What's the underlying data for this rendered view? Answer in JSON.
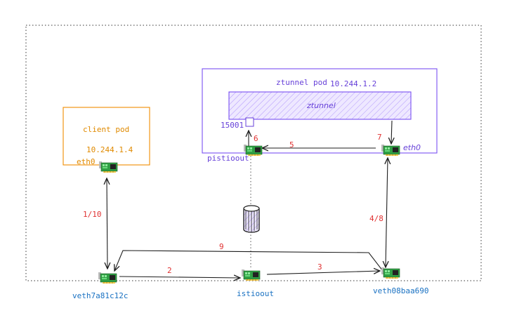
{
  "colors": {
    "outer_border": "#333333",
    "client_pod": "#f08c00",
    "ztunnel_pod": "#7950f2",
    "ztunnel_fill": "#e5dbff",
    "interface_text": "#1971c2",
    "step_text": "#e03131",
    "arrow": "#1e1e1e",
    "nic_board": "#2b8a3e"
  },
  "icons": {
    "nic": "network-card-icon",
    "disk": "cylinder-disk-icon"
  },
  "client_pod": {
    "title": "client pod",
    "ip": "10.244.1.4",
    "iface": "eth0"
  },
  "ztunnel_pod": {
    "title": "ztunnel pod",
    "ip": "10.244.1.2",
    "process": "ztunnel",
    "port": "15001",
    "pistioout": "pistioout",
    "iface": "eth0"
  },
  "interfaces": {
    "veth_client": "veth7a81c12c",
    "istioout": "istioout",
    "veth_ztunnel": "veth08baa690"
  },
  "steps": {
    "s1_10": "1/10",
    "s2": "2",
    "s3": "3",
    "s4_8": "4/8",
    "s5": "5",
    "s6": "6",
    "s7": "7",
    "s9": "9"
  }
}
